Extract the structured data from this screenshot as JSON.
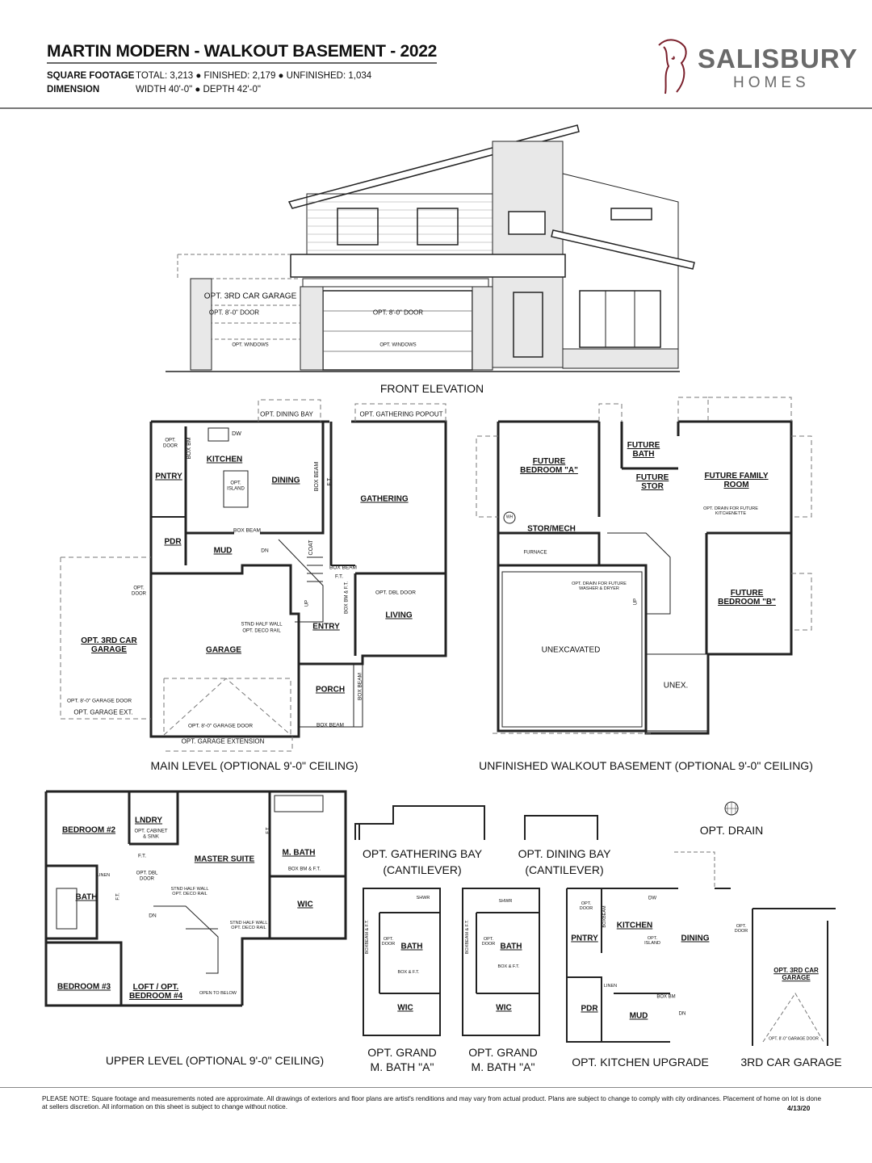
{
  "header": {
    "title": "MARTIN MODERN - WALKOUT BASEMENT - 2022",
    "sqft_label": "SQUARE FOOTAGE",
    "sqft_value": "TOTAL: 3,213 ● FINISHED: 2,179 ● UNFINISHED: 1,034",
    "dimension_label": "DIMENSION",
    "dimension_value": "WIDTH 40'-0\" ● DEPTH 42'-0\"",
    "logo_name": "SALISBURY",
    "logo_sub": "HOMES",
    "brand_color": "#7a1f2b"
  },
  "elevation": {
    "opt_3rd_car_garage": "OPT. 3RD CAR GARAGE",
    "door_left": "OPT. 8'-0\" DOOR",
    "door_right": "OPT. 8'-0\" DOOR",
    "windows_left": "OPT. WINDOWS",
    "windows_right": "OPT. WINDOWS",
    "caption": "FRONT ELEVATION"
  },
  "main": {
    "dining_bay": "OPT. DINING BAY",
    "gathering_popout": "OPT. GATHERING POPOUT",
    "dw": "DW",
    "opt_door": "OPT. DOOR",
    "box_bm": "BOX BM",
    "kitchen": "KITCHEN",
    "island": "OPT. ISLAND",
    "dining": "DINING",
    "box_beam_v": "BOX BEAM",
    "ft_v": "F.T.",
    "pntry": "PNTRY",
    "gathering": "GATHERING",
    "box_beam_1": "BOX BEAM",
    "pdr": "PDR",
    "mud": "MUD",
    "dn": "DN",
    "coat": "COAT",
    "box_beam_2": "BOX BEAM",
    "ft": "F.T.",
    "dbl_door": "OPT. DBL DOOR",
    "living": "LIVING",
    "box_bm_ft": "BOX BM & F.T.",
    "up": "UP",
    "half_wall": "STND HALF WALL",
    "deco_rail": "OPT. DECO RAIL",
    "entry": "ENTRY",
    "opt_door_garage": "OPT. DOOR",
    "opt_3rd_garage": "OPT. 3RD CAR GARAGE",
    "garage": "GARAGE",
    "porch": "PORCH",
    "box_beam_porch_v": "BOX BEAM",
    "box_beam_porch": "BOX BEAM",
    "garage_door_3rd": "OPT. 8'-0\" GARAGE DOOR",
    "garage_ext_3rd": "OPT. GARAGE EXT.",
    "garage_door": "OPT. 8'-0\" GARAGE DOOR",
    "garage_extension": "OPT. GARAGE EXTENSION",
    "caption": "MAIN LEVEL (OPTIONAL 9'-0\" CEILING)"
  },
  "basement": {
    "bedroom_a": "FUTURE BEDROOM \"A\"",
    "bath": "FUTURE BATH",
    "stor": "FUTURE STOR",
    "family": "FUTURE FAMILY ROOM",
    "drain_kitchenette": "OPT. DRAIN FOR FUTURE KITCHENETTE",
    "wh": "WH",
    "stor_mech": "STOR/MECH",
    "furnace": "FURNACE",
    "drain_washer": "OPT. DRAIN FOR FUTURE WASHER & DRYER",
    "up": "UP",
    "bedroom_b": "FUTURE BEDROOM \"B\"",
    "unexcavated": "UNEXCAVATED",
    "unex": "UNEX.",
    "caption": "UNFINISHED WALKOUT BASEMENT (OPTIONAL 9'-0\" CEILING)"
  },
  "upper": {
    "bedroom2": "BEDROOM #2",
    "lndry": "LNDRY",
    "cabinet": "OPT. CABINET & SINK",
    "ft1": "F.T.",
    "master": "MASTER SUITE",
    "dbl_door": "OPT. DBL DOOR",
    "linen": "LINEN",
    "bath": "BATH",
    "ft2": "F.T.",
    "half_wall_1": "STND HALF WALL OPT. DECO RAIL",
    "dn": "DN",
    "half_wall_2": "STND HALF WALL OPT. DECO RAIL",
    "ft3": "F.T.",
    "m_bath": "M. BATH",
    "box_bm_ft": "BOX BM & F.T.",
    "wic": "WIC",
    "bedroom3": "BEDROOM #3",
    "loft": "LOFT / OPT. BEDROOM #4",
    "open_below": "OPEN TO BELOW",
    "caption": "UPPER LEVEL (OPTIONAL 9'-0\" CEILING)"
  },
  "options": {
    "gathering_bay_1": "OPT. GATHERING BAY",
    "gathering_bay_2": "(CANTILEVER)",
    "dining_bay_1": "OPT. DINING BAY",
    "dining_bay_2": "(CANTILEVER)",
    "drain": "OPT. DRAIN",
    "gb1": {
      "shwr": "SHWR",
      "door": "OPT. DOOR",
      "bath": "BATH",
      "box": "BOX & F.T.",
      "wic": "WIC",
      "boxbeam": "BOXBEAM & F.T.",
      "cap1": "OPT. GRAND",
      "cap2": "M. BATH \"A\""
    },
    "gb2": {
      "shwr": "SHWR",
      "door": "OPT. DOOR",
      "bath": "BATH",
      "box": "BOX & F.T.",
      "wic": "WIC",
      "boxbeam": "BOXBEAM & F.T.",
      "cap1": "OPT. GRAND",
      "cap2": "M. BATH \"A\""
    },
    "ku": {
      "dw": "DW",
      "door": "OPT. DOOR",
      "boxbeam": "BOXBEAM",
      "kitchen": "KITCHEN",
      "island": "OPT. ISLAND",
      "dining": "DINING",
      "pntry": "PNTRY",
      "linen": "LINEN",
      "box_bm": "BOX BM",
      "pdr": "PDR",
      "mud": "MUD",
      "dn": "DN",
      "caption": "OPT. KITCHEN UPGRADE"
    },
    "g3": {
      "door": "OPT. DOOR",
      "garage": "OPT. 3RD CAR GARAGE",
      "garage_door": "OPT. 8'-0\" GARAGE DOOR",
      "caption": "3RD CAR GARAGE"
    }
  },
  "footer": {
    "note": "PLEASE NOTE: Square footage and measurements noted are approximate. All drawings of exteriors and floor plans are artist's renditions and may vary from actual product. Plans are subject to change to comply with city ordinances. Placement of home on lot is done at sellers discretion. All information on this sheet is subject to change without notice.",
    "date": "4/13/20"
  }
}
